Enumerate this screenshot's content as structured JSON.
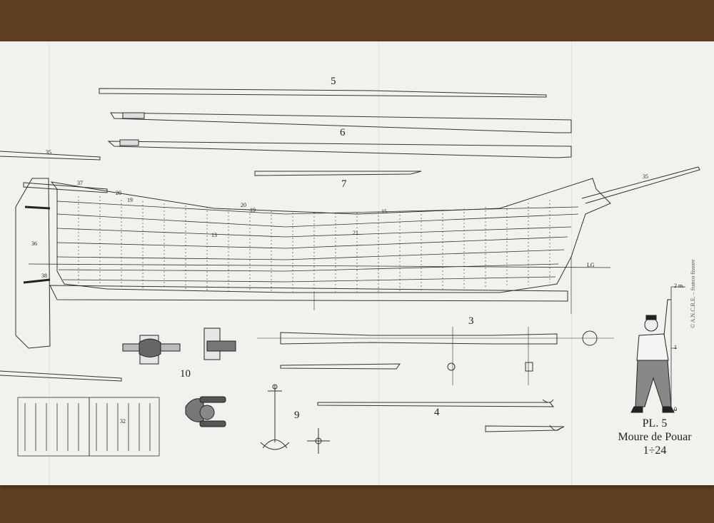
{
  "colors": {
    "table_wood": "#6b4a2c",
    "paper": "#f2f1ee",
    "ink": "#333333"
  },
  "plate": {
    "number": "PL. 5",
    "name": "Moure de Pouar",
    "scale": "1÷24",
    "credit": "© A.N.C.R.E. – franco fissore",
    "scale_bar_label": "2 m.",
    "scale_bar_mark_1": "1",
    "scale_bar_mark_0": "0"
  },
  "part_labels": {
    "p5": "5",
    "p6": "6",
    "p7": "7",
    "p3": "3",
    "p4": "4",
    "p9": "9",
    "p10": "10"
  },
  "hull_labels": {
    "l35a": "35",
    "l35b": "35",
    "l37": "37",
    "l20a": "20",
    "l19a": "19",
    "l20b": "20",
    "l19b": "19",
    "l15": "15",
    "l13": "13",
    "l21": "21",
    "l36": "36",
    "l38": "38",
    "l32": "32",
    "lwl": "LG"
  }
}
